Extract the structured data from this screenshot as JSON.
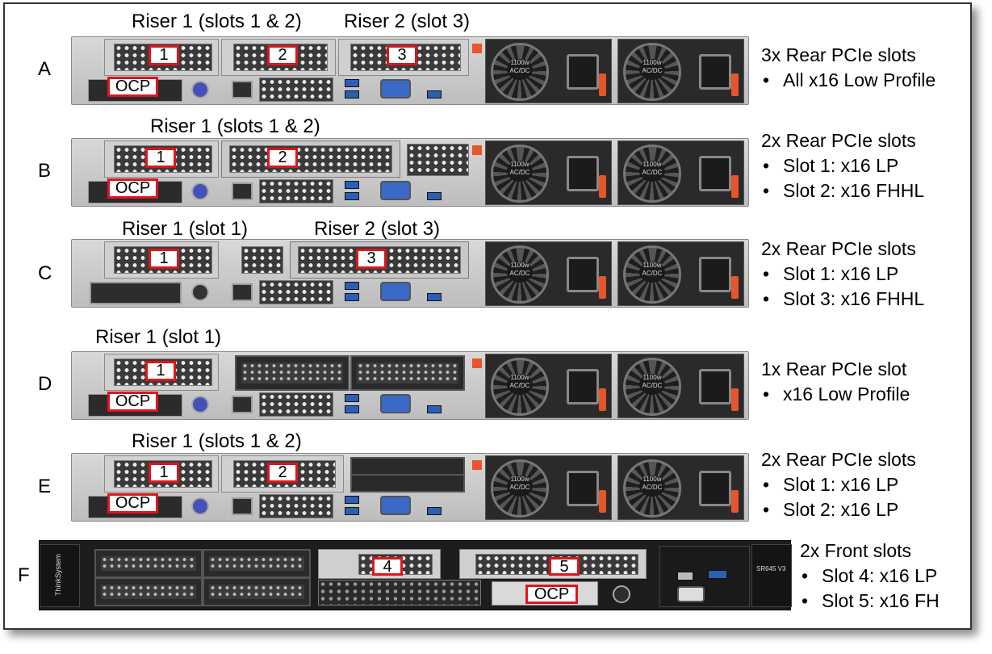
{
  "rows": [
    {
      "letter": "A",
      "risers": [
        "Riser 1 (slots 1 & 2)",
        "Riser 2 (slot 3)"
      ],
      "slot_labels": [
        "1",
        "2",
        "3"
      ],
      "ocp_label": "OCP",
      "heading": "3x Rear PCIe slots",
      "bullets": [
        "All x16 Low Profile"
      ]
    },
    {
      "letter": "B",
      "risers": [
        "Riser 1 (slots 1 & 2)"
      ],
      "slot_labels": [
        "1",
        "2"
      ],
      "ocp_label": "OCP",
      "heading": "2x Rear PCIe slots",
      "bullets": [
        "Slot 1: x16 LP",
        "Slot 2: x16 FHHL"
      ]
    },
    {
      "letter": "C",
      "risers": [
        "Riser 1 (slot 1)",
        "Riser 2 (slot 3)"
      ],
      "slot_labels": [
        "1",
        "3"
      ],
      "heading": "2x Rear PCIe slots",
      "bullets": [
        "Slot 1: x16 LP",
        "Slot 3: x16 FHHL"
      ]
    },
    {
      "letter": "D",
      "risers": [
        "Riser 1 (slot 1)"
      ],
      "slot_labels": [
        "1"
      ],
      "ocp_label": "OCP",
      "heading": "1x Rear PCIe slot",
      "bullets": [
        "x16 Low Profile"
      ]
    },
    {
      "letter": "E",
      "risers": [
        "Riser 1 (slots 1 & 2)"
      ],
      "slot_labels": [
        "1",
        "2"
      ],
      "ocp_label": "OCP",
      "heading": "2x Rear PCIe slots",
      "bullets": [
        "Slot 1: x16 LP",
        "Slot 2: x16 LP"
      ]
    },
    {
      "letter": "F",
      "slot_labels": [
        "4",
        "5"
      ],
      "ocp_label": "OCP",
      "heading": "2x Front slots",
      "bullets": [
        "Slot 4: x16 LP",
        "Slot 5: x16 FH"
      ]
    }
  ],
  "hardware_text": {
    "psu_rating": "1100w",
    "psu_type": "AC/DC",
    "brand": "ThinkSystem",
    "model": "SR645 V3"
  }
}
